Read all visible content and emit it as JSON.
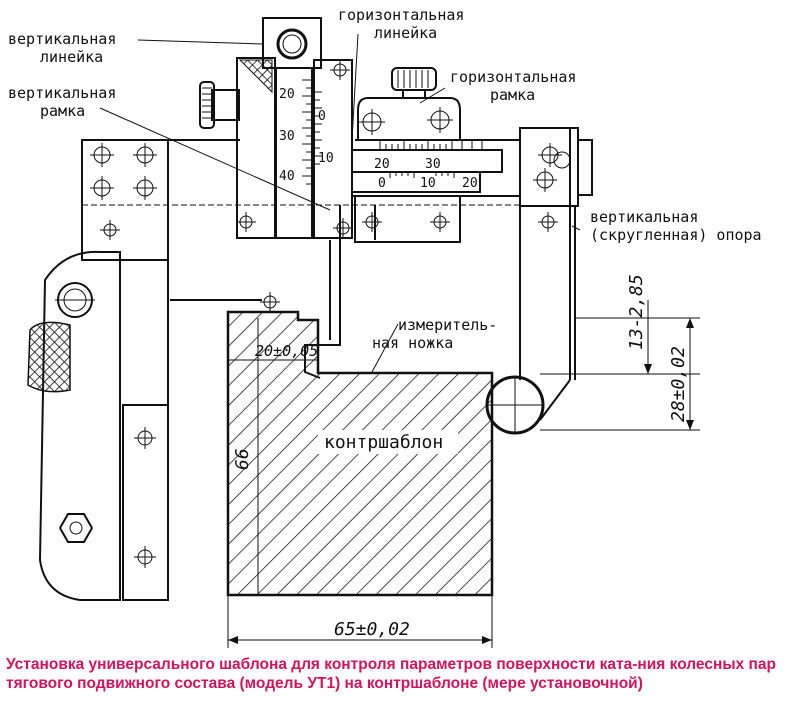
{
  "labels": {
    "vertical_ruler": [
      "вертикальная",
      "линейка"
    ],
    "horizontal_ruler": [
      "горизонтальная",
      "линейка"
    ],
    "vertical_frame": [
      "вертикальная",
      "рамка"
    ],
    "horizontal_frame": [
      "горизонтальная",
      "рамка"
    ],
    "vertical_support": [
      "вертикальная",
      "(скругленная) опора"
    ],
    "measuring_leg": [
      "измеритель-",
      "ная ножка"
    ],
    "counter_template": "контршаблон"
  },
  "dimensions": {
    "d_20": "20±0,05",
    "d_66": "66",
    "d_65": "65±0,02",
    "d_13": "13-2,85",
    "d_28": "28±0,02"
  },
  "scales": {
    "vertical": [
      "20",
      "30",
      "40"
    ],
    "vertical_vernier": [
      "0",
      "10"
    ],
    "horizontal": [
      "20",
      "30"
    ],
    "horizontal_vernier": [
      "0",
      "10",
      "20"
    ]
  },
  "caption": "Установка универсального шаблона для контроля параметров поверхности ката-ния колесных пар тягового подвижного состава (модель УТ1) на контршаблоне (мере установочной)"
}
